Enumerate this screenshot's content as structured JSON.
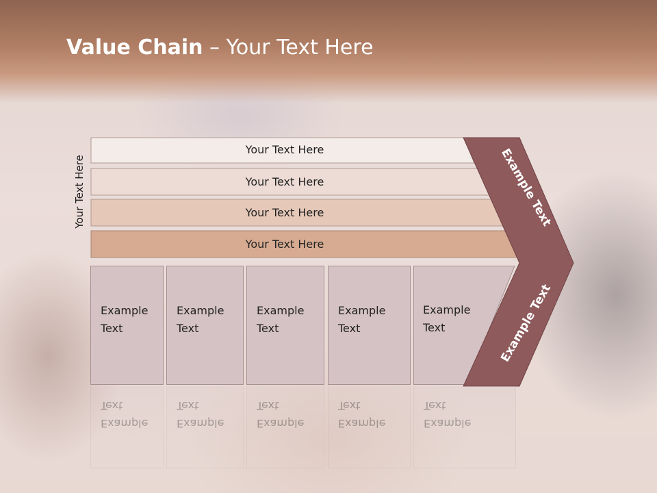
{
  "slide": {
    "title_bold": "Value Chain",
    "title_rest": " – Your Text Here"
  },
  "side_label": "Your Text Here",
  "bars": [
    {
      "label": "Your Text Here",
      "color": "#f4ece9"
    },
    {
      "label": "Your Text Here",
      "color": "#eddcd5"
    },
    {
      "label": "Your Text Here",
      "color": "#e5c8b8"
    },
    {
      "label": "Your Text Here",
      "color": "#d6ab92"
    }
  ],
  "boxes": [
    {
      "label": "Example\nText"
    },
    {
      "label": "Example\nText"
    },
    {
      "label": "Example\nText"
    },
    {
      "label": "Example\nText"
    },
    {
      "label": "Example\nText"
    }
  ],
  "chevron": {
    "upper_label": "Example Text",
    "lower_label": "Example Text",
    "color": "#8e5a5c"
  }
}
